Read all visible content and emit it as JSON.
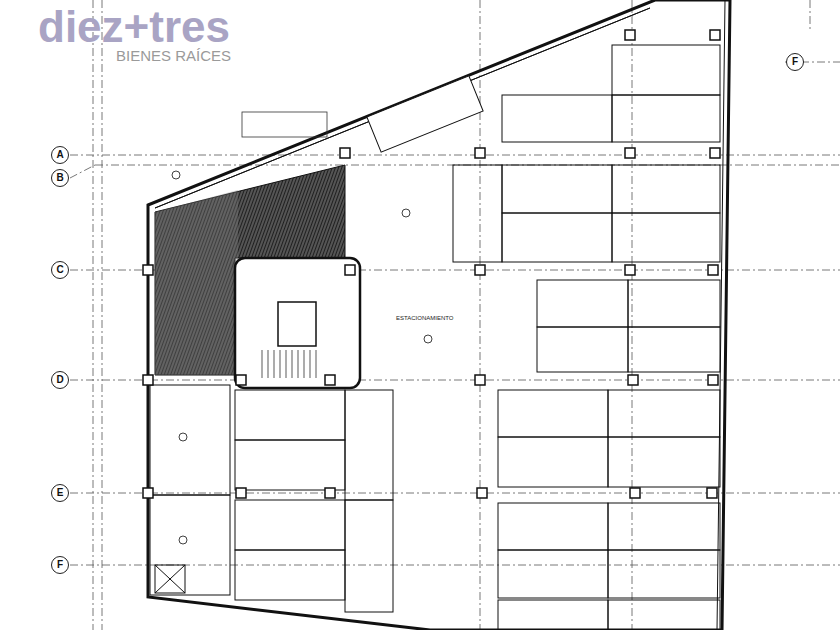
{
  "diagram": {
    "nodes": [
      {
        "text": [
          "A"
        ]
      },
      {
        "text": [
          "B"
        ]
      },
      {
        "text": [
          "C"
        ]
      },
      {
        "text": [
          "D"
        ]
      },
      {
        "text": [
          "E"
        ]
      },
      {
        "text": [
          "F"
        ]
      },
      {
        "text": [
          "F"
        ]
      }
    ],
    "labels": [
      "diez+tres",
      "BIENES RAÍCES",
      "ESTACIONAMIENTO"
    ]
  }
}
